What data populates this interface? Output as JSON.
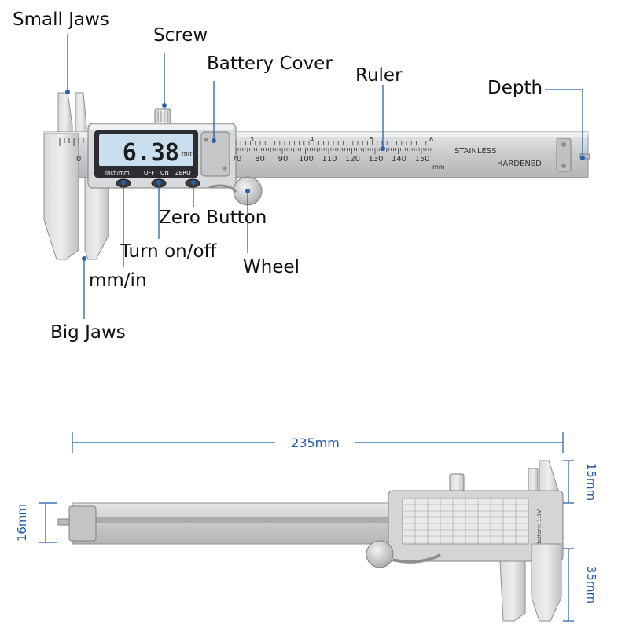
{
  "labels": {
    "small_jaws": "Small Jaws",
    "screw": "Screw",
    "battery_cover": "Battery Cover",
    "ruler": "Ruler",
    "depth": "Depth",
    "zero_button": "Zero Button",
    "turn_on_off": "Turn on/off",
    "wheel": "Wheel",
    "mm_in": "mm/in",
    "big_jaws": "Big Jaws"
  },
  "display": {
    "reading": "6.38",
    "unit": "mm",
    "buttons": [
      "inch/mm",
      "OFF",
      "ON",
      "ZERO"
    ]
  },
  "scale": {
    "inch_marks": [
      "3",
      "4",
      "5",
      "6"
    ],
    "mm_marks": [
      "70",
      "80",
      "90",
      "100",
      "110",
      "120",
      "130",
      "140",
      "150"
    ],
    "unit": "mm",
    "zero": "0",
    "stamp_line1": "STAINLESS",
    "stamp_line2": "HARDENED"
  },
  "dimensions": {
    "length": "235mm",
    "height_small_jaws": "15mm",
    "beam_height": "16mm",
    "height_big_jaws": "35mm"
  },
  "back": {
    "battery_label": "Battery: 1.5V"
  },
  "colors": {
    "leader": "#2b5fab",
    "steel": "#cfd1d3",
    "steel_dark": "#9a9c9e",
    "lcd": "#c9dff0",
    "dim": "#1e5aa8"
  }
}
